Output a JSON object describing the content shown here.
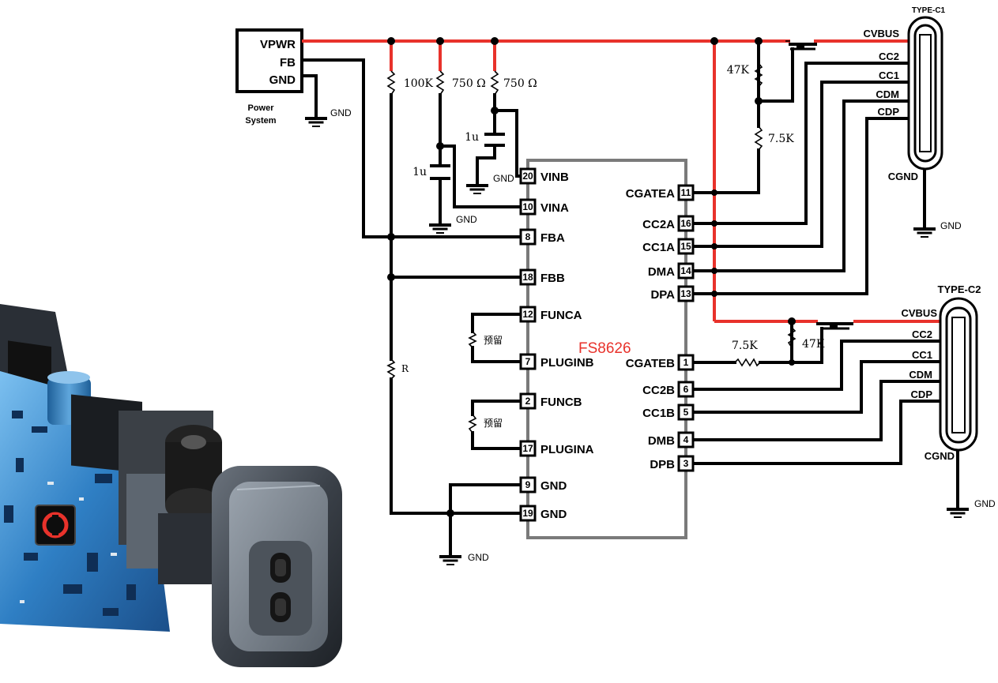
{
  "power_system": {
    "pins": [
      "VPWR",
      "FB",
      "GND"
    ],
    "caption_line1": "Power",
    "caption_line2": "System"
  },
  "ic": {
    "name": "FS8626",
    "left_pins": [
      {
        "num": "20",
        "label": "VINB"
      },
      {
        "num": "10",
        "label": "VINA"
      },
      {
        "num": "8",
        "label": "FBA"
      },
      {
        "num": "18",
        "label": "FBB"
      },
      {
        "num": "12",
        "label": "FUNCA"
      },
      {
        "num": "7",
        "label": "PLUGINB"
      },
      {
        "num": "2",
        "label": "FUNCB"
      },
      {
        "num": "17",
        "label": "PLUGINA"
      },
      {
        "num": "9",
        "label": "GND"
      },
      {
        "num": "19",
        "label": "GND"
      }
    ],
    "right_pins": [
      {
        "num": "11",
        "label": "CGATEA"
      },
      {
        "num": "16",
        "label": "CC2A"
      },
      {
        "num": "15",
        "label": "CC1A"
      },
      {
        "num": "14",
        "label": "DMA"
      },
      {
        "num": "13",
        "label": "DPA"
      },
      {
        "num": "1",
        "label": "CGATEB"
      },
      {
        "num": "6",
        "label": "CC2B"
      },
      {
        "num": "5",
        "label": "CC1B"
      },
      {
        "num": "4",
        "label": "DMB"
      },
      {
        "num": "3",
        "label": "DPB"
      }
    ]
  },
  "components": {
    "r_100k": "100K",
    "r_750_1": "750 Ω",
    "r_750_2": "750 Ω",
    "cap_left": "1u",
    "cap_mid": "1u",
    "r_fb": "R",
    "reserved_1": "预留",
    "reserved_2": "预留",
    "r_47k_top": "47K",
    "r_75k_top": "7.5K",
    "r_75k_bot": "7.5K",
    "r_47k_bot": "47K"
  },
  "gnd_label": "GND",
  "connectors": {
    "c1": {
      "title": "TYPE-C1",
      "pins": [
        "CVBUS",
        "CC2",
        "CC1",
        "CDM",
        "CDP"
      ],
      "gnd": "CGND"
    },
    "c2": {
      "title": "TYPE-C2",
      "pins": [
        "CVBUS",
        "CC2",
        "CC1",
        "CDM",
        "CDP"
      ],
      "gnd": "CGND"
    }
  },
  "colors": {
    "power_rail": "#e8322b",
    "ic_outline": "#7a7a7a",
    "chip_name": "#e8322b",
    "pcb_blue": "#2f7fc4",
    "charger_shell": "#3a4048"
  },
  "illustration": {
    "subject": "charger-pcb-product-render",
    "icon": "charger-render-icon"
  }
}
